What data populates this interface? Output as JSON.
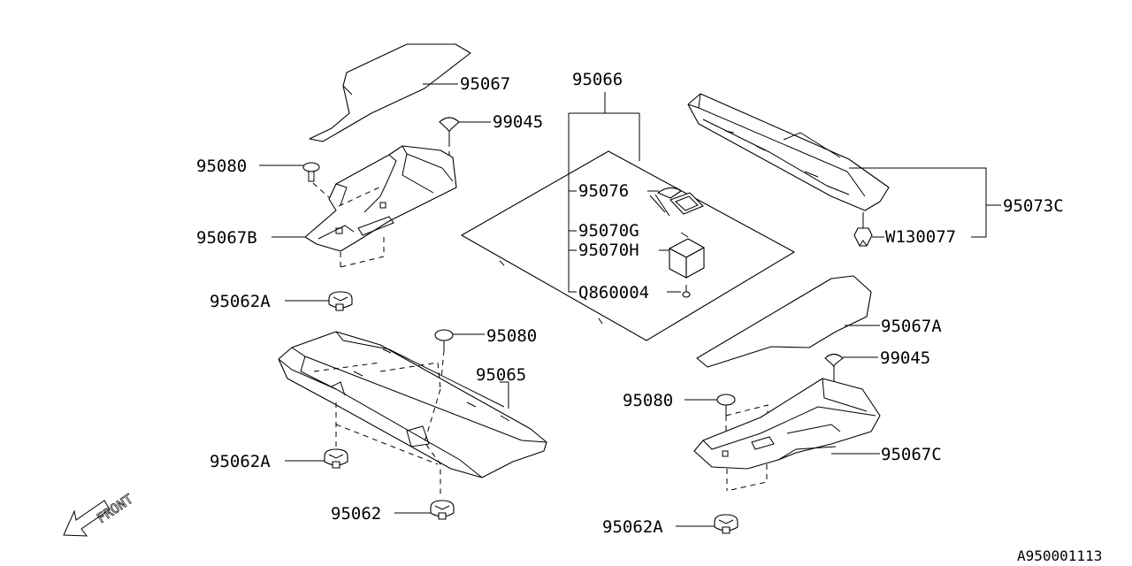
{
  "parts": {
    "p95067": "95067",
    "p99045_top": "99045",
    "p95080_left": "95080",
    "p95067B": "95067B",
    "p95062A_left": "95062A",
    "p95066": "95066",
    "p95076": "95076",
    "p95070G": "95070G",
    "p95070H": "95070H",
    "pQ860004": "Q860004",
    "p95073C": "95073C",
    "pW130077": "W130077",
    "p95067A": "95067A",
    "p99045_right": "99045",
    "p95080_center": "95080",
    "p95065": "95065",
    "p95062A_center": "95062A",
    "p95062": "95062",
    "p95080_right": "95080",
    "p95067C": "95067C",
    "p95062A_right": "95062A"
  },
  "direction": "FRONT",
  "diagram_code": "A950001113"
}
